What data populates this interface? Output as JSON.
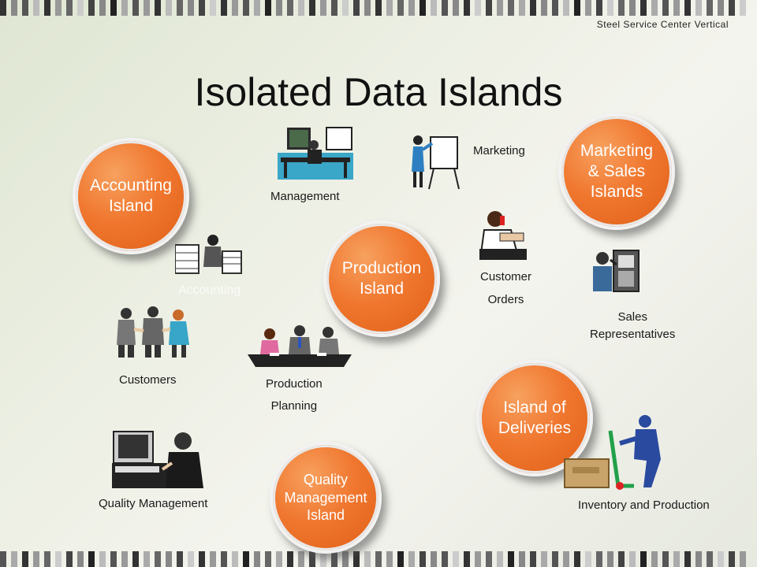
{
  "slide": {
    "header_note": "Steel  Service  Center  Vertical",
    "title": "Isolated Data Islands",
    "islands": {
      "accounting": "Accounting\nIsland",
      "marketing": "Marketing\n& Sales\nIslands",
      "production": "Production\nIsland",
      "deliveries": "Island of\nDeliveries",
      "quality": "Quality\nManagement\nIsland"
    },
    "labels": {
      "management": "Management",
      "marketing": "Marketing",
      "customer_orders": "Customer\nOrders",
      "sales_reps": "Sales\nRepresentatives",
      "customers": "Customers",
      "production_planning": "Production\nPlanning",
      "quality_management": "Quality Management",
      "inventory_production": "Inventory and Production",
      "accounting_faded": "Accounting"
    },
    "colors": {
      "island_orange": "#f0772f",
      "island_border": "#f2f2f2"
    },
    "icons": [
      "management-clipart-icon",
      "presenter-clipart-icon",
      "accountant-clipart-icon",
      "phone-operator-clipart-icon",
      "payphone-clipart-icon",
      "handshake-clipart-icon",
      "meeting-clipart-icon",
      "computer-user-clipart-icon",
      "delivery-worker-clipart-icon"
    ]
  }
}
